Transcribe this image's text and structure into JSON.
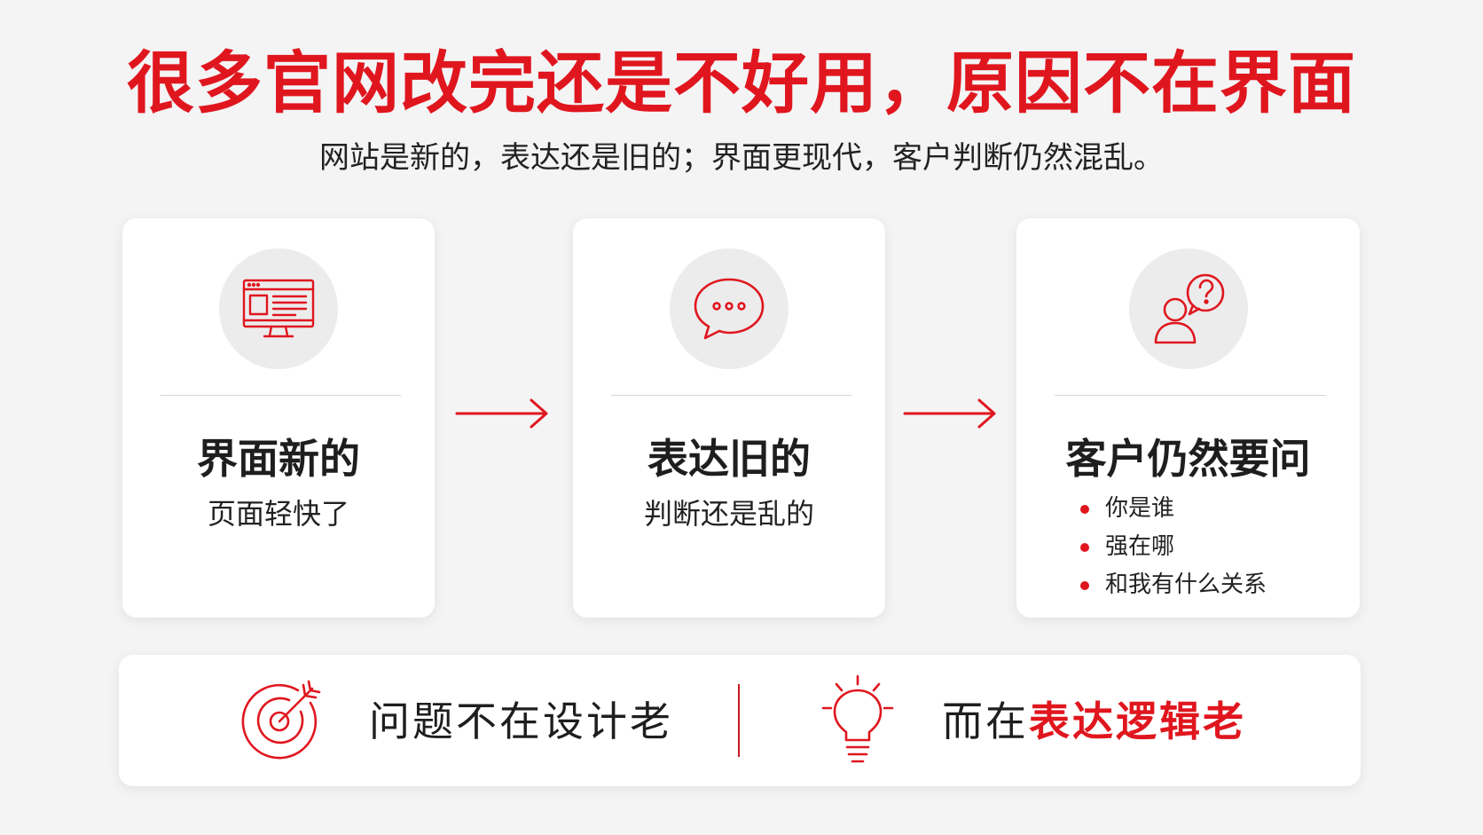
{
  "header": {
    "title": "很多官网改完还是不好用，原因不在界面",
    "subtitle": "网站是新的，表达还是旧的；界面更现代，客户判断仍然混乱。"
  },
  "cards": [
    {
      "icon": "monitor-icon",
      "title": "界面新的",
      "desc": "页面轻快了"
    },
    {
      "icon": "chat-bubble-icon",
      "title": "表达旧的",
      "desc": "判断还是乱的"
    },
    {
      "icon": "user-question-icon",
      "title": "客户仍然要问",
      "bullets": [
        "你是谁",
        "强在哪",
        "和我有什么关系"
      ]
    }
  ],
  "bottom": {
    "left_icon": "target-icon",
    "left_text": "问题不在设计老",
    "right_icon": "lightbulb-icon",
    "right_prefix": "而在",
    "right_highlight": "表达逻辑老"
  },
  "colors": {
    "accent": "#e0161e",
    "text": "#1e1e1e",
    "background": "#f4f4f5",
    "card": "#ffffff"
  }
}
